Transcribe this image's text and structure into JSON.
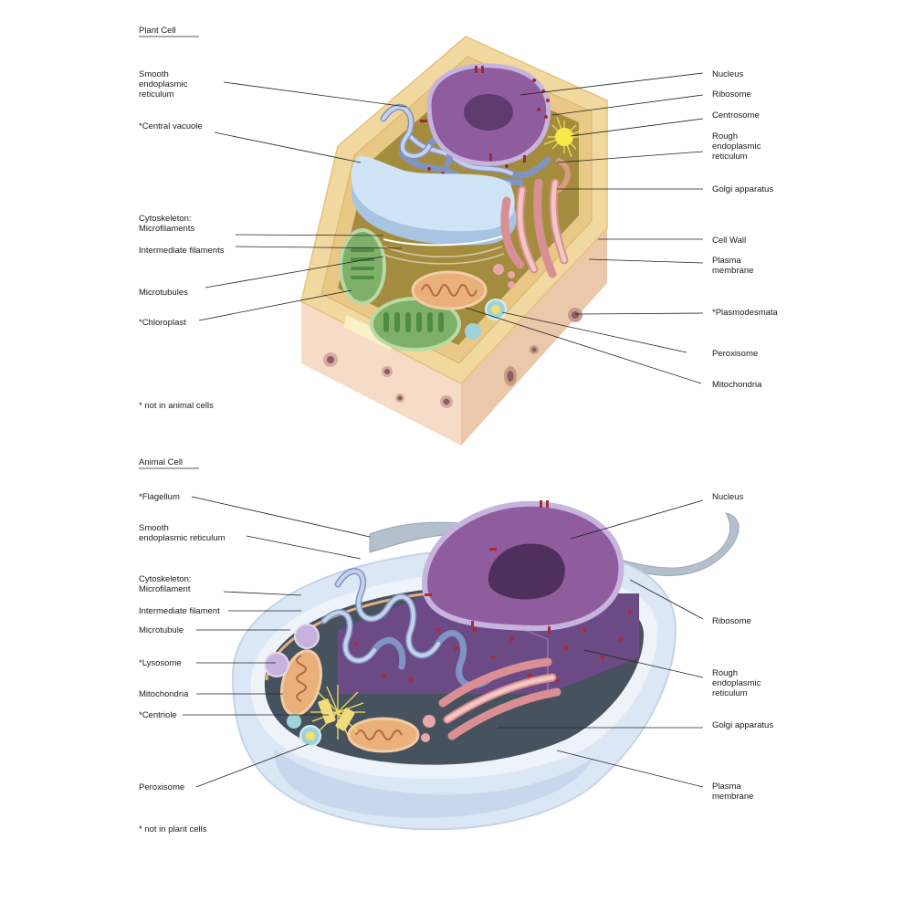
{
  "plant": {
    "title": "Plant Cell",
    "left_labels": [
      [
        "Smooth",
        "endoplasmic",
        "reticulum"
      ],
      [
        "*Central vacuole"
      ],
      [
        "Cytoskeleton:",
        "Microfilaments"
      ],
      [
        "Intermediate filaments"
      ],
      [
        "Microtubules"
      ],
      [
        "*Chloroplast"
      ]
    ],
    "right_labels": [
      [
        "Nucleus"
      ],
      [
        "Ribosome"
      ],
      [
        "Centrosome"
      ],
      [
        "Rough",
        "endoplasmic",
        "reticulum"
      ],
      [
        "Golgi apparatus"
      ],
      [
        "Cell Wall"
      ],
      [
        "Plasma",
        "membrane"
      ],
      [
        "*Plasmodesmata"
      ],
      [
        "Peroxisome"
      ],
      [
        "Mitochondria"
      ]
    ],
    "footnote": "* not in animal cells"
  },
  "animal": {
    "title": "Animal Cell",
    "left_labels": [
      [
        "*Flagellum"
      ],
      [
        "Smooth",
        "endoplasmic reticulum"
      ],
      [
        "Cytoskeleton:",
        "Microfilament"
      ],
      [
        "Intermediate filament"
      ],
      [
        "Microtubule"
      ],
      [
        "*Lysosome"
      ],
      [
        "Mitochondria"
      ],
      [
        "*Centriole"
      ],
      [
        "Peroxisome"
      ]
    ],
    "right_labels": [
      [
        "Nucleus"
      ],
      [
        "Ribosome"
      ],
      [
        "Rough",
        "endoplasmic",
        "reticulum"
      ],
      [
        "Golgi apparatus"
      ],
      [
        "Plasma",
        "membrane"
      ]
    ],
    "footnote": "* not in plant cells"
  },
  "colors": {
    "cell_wall": "#f3d9a4",
    "cytoplasm_plant": "#a8903f",
    "vacuole": "#bcd8ef",
    "nucleus": "#8c5d9a",
    "chloroplast": "#8fbf79",
    "golgi": "#d98f93",
    "animal_membrane": "#dfe8f6",
    "ribosome": "#9e2a35"
  }
}
